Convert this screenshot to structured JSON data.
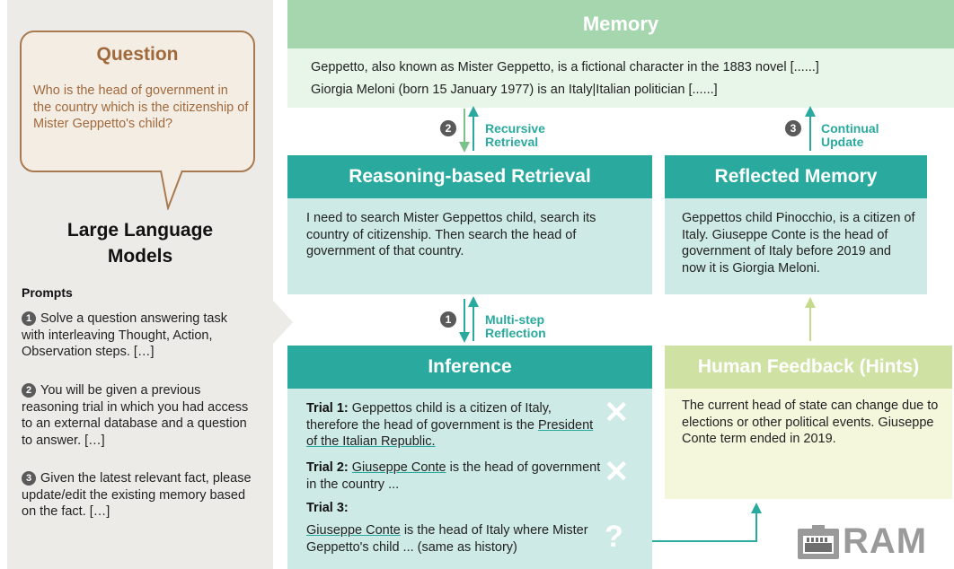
{
  "left": {
    "question_title": "Question",
    "question_text": "Who is the head of government in the country which is the citizenship of Mister Geppetto's child?",
    "llm_title_line1": "Large Language",
    "llm_title_line2": "Models",
    "prompts_label": "Prompts",
    "prompts": [
      {
        "num": "1",
        "text": "Solve a question answering task with interleaving Thought, Action, Observation steps. […]"
      },
      {
        "num": "2",
        "text": "You will be given a previous reasoning trial in which you had access to an external database and a question to answer. […]"
      },
      {
        "num": "3",
        "text": "Given the latest relevant fact, please update/edit the existing memory based on the fact. […]"
      }
    ]
  },
  "memory": {
    "title": "Memory",
    "line1": "Geppetto,   also known as Mister Geppetto, is a fictional character in the 1883 novel  [......]",
    "line2": "Giorgia Meloni (born 15 January 1977) is an Italy|Italian politician [......]"
  },
  "arrows": {
    "recursive": {
      "num": "2",
      "line1": "Recursive",
      "line2": "Retrieval"
    },
    "continual": {
      "num": "3",
      "line1": "Continual",
      "line2": "Update"
    },
    "multistep": {
      "num": "1",
      "line1": "Multi-step",
      "line2": "Reflection"
    }
  },
  "reasoning_retrieval": {
    "title": "Reasoning-based Retrieval",
    "text": "I need to search Mister Geppettos child, search its country of citizenship. Then search the head of government of that country."
  },
  "reflected_memory": {
    "title": "Reflected Memory",
    "text": "Geppettos child Pinocchio, is a citizen of Italy. Giuseppe Conte is the head of government of Italy before 2019 and now it is Giorgia Meloni."
  },
  "inference": {
    "title": "Inference",
    "trial1_label": "Trial 1:",
    "trial1_text": "Geppettos child is a citizen of Italy, therefore the head of government is the",
    "trial1_underlined": "President of the Italian Republic.",
    "trial2_label": "Trial 2:",
    "trial2_underlined": "Giuseppe Conte",
    "trial2_text": "is the head of government in the country ...",
    "trial3_label": "Trial 3:",
    "trial3_underlined": "Giuseppe Conte",
    "trial3_text": "is the head of Italy where Mister Geppetto's child ... (same as history)",
    "mark_wrong": "✕",
    "mark_unknown": "?"
  },
  "human_feedback": {
    "title": "Human Feedback (Hints)",
    "text": "The current head of state can change due to elections or other political events. Giuseppe Conte term ended in 2019."
  },
  "logo": {
    "text": "RAM"
  },
  "colors": {
    "teal": "#2aaa9e",
    "light_teal": "#cdeae6",
    "green_header": "#a6d6ae",
    "lime_header": "#cfe2a4",
    "brown": "#a0693c"
  }
}
